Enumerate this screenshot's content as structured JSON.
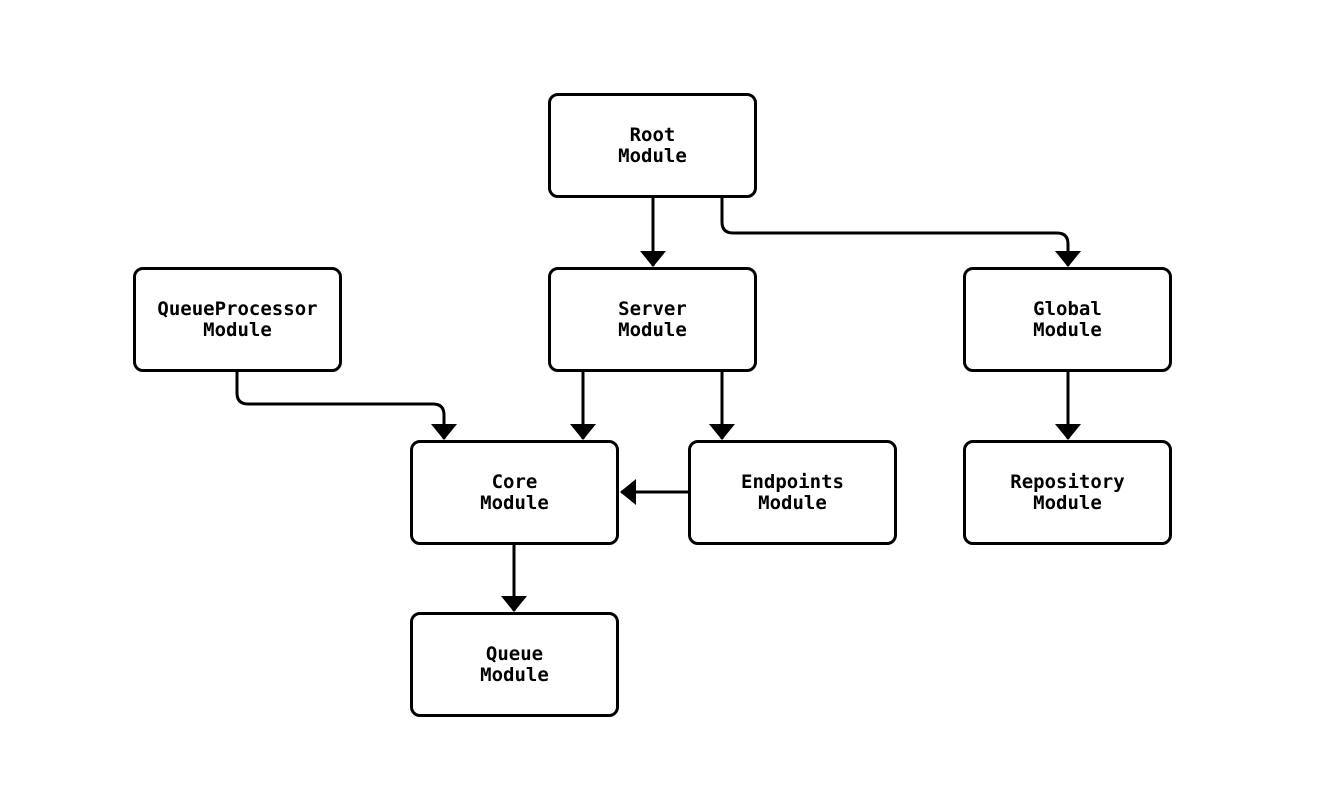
{
  "diagram": {
    "type": "module-dependency-flowchart",
    "background_color": "#ffffff",
    "node_fill_color": "#ffffff",
    "node_border_color": "#000000",
    "edge_color": "#000000",
    "nodes": [
      {
        "id": "root",
        "label": "Root\nModule"
      },
      {
        "id": "server",
        "label": "Server\nModule"
      },
      {
        "id": "queueprocessor",
        "label": "QueueProcessor\nModule"
      },
      {
        "id": "global",
        "label": "Global\nModule"
      },
      {
        "id": "core",
        "label": "Core\nModule"
      },
      {
        "id": "endpoints",
        "label": "Endpoints\nModule"
      },
      {
        "id": "repository",
        "label": "Repository\nModule"
      },
      {
        "id": "queue",
        "label": "Queue\nModule"
      }
    ],
    "edges": [
      {
        "from": "root",
        "to": "server"
      },
      {
        "from": "root",
        "to": "global"
      },
      {
        "from": "queueprocessor",
        "to": "core"
      },
      {
        "from": "server",
        "to": "core"
      },
      {
        "from": "server",
        "to": "endpoints"
      },
      {
        "from": "endpoints",
        "to": "core"
      },
      {
        "from": "global",
        "to": "repository"
      },
      {
        "from": "core",
        "to": "queue"
      }
    ]
  }
}
